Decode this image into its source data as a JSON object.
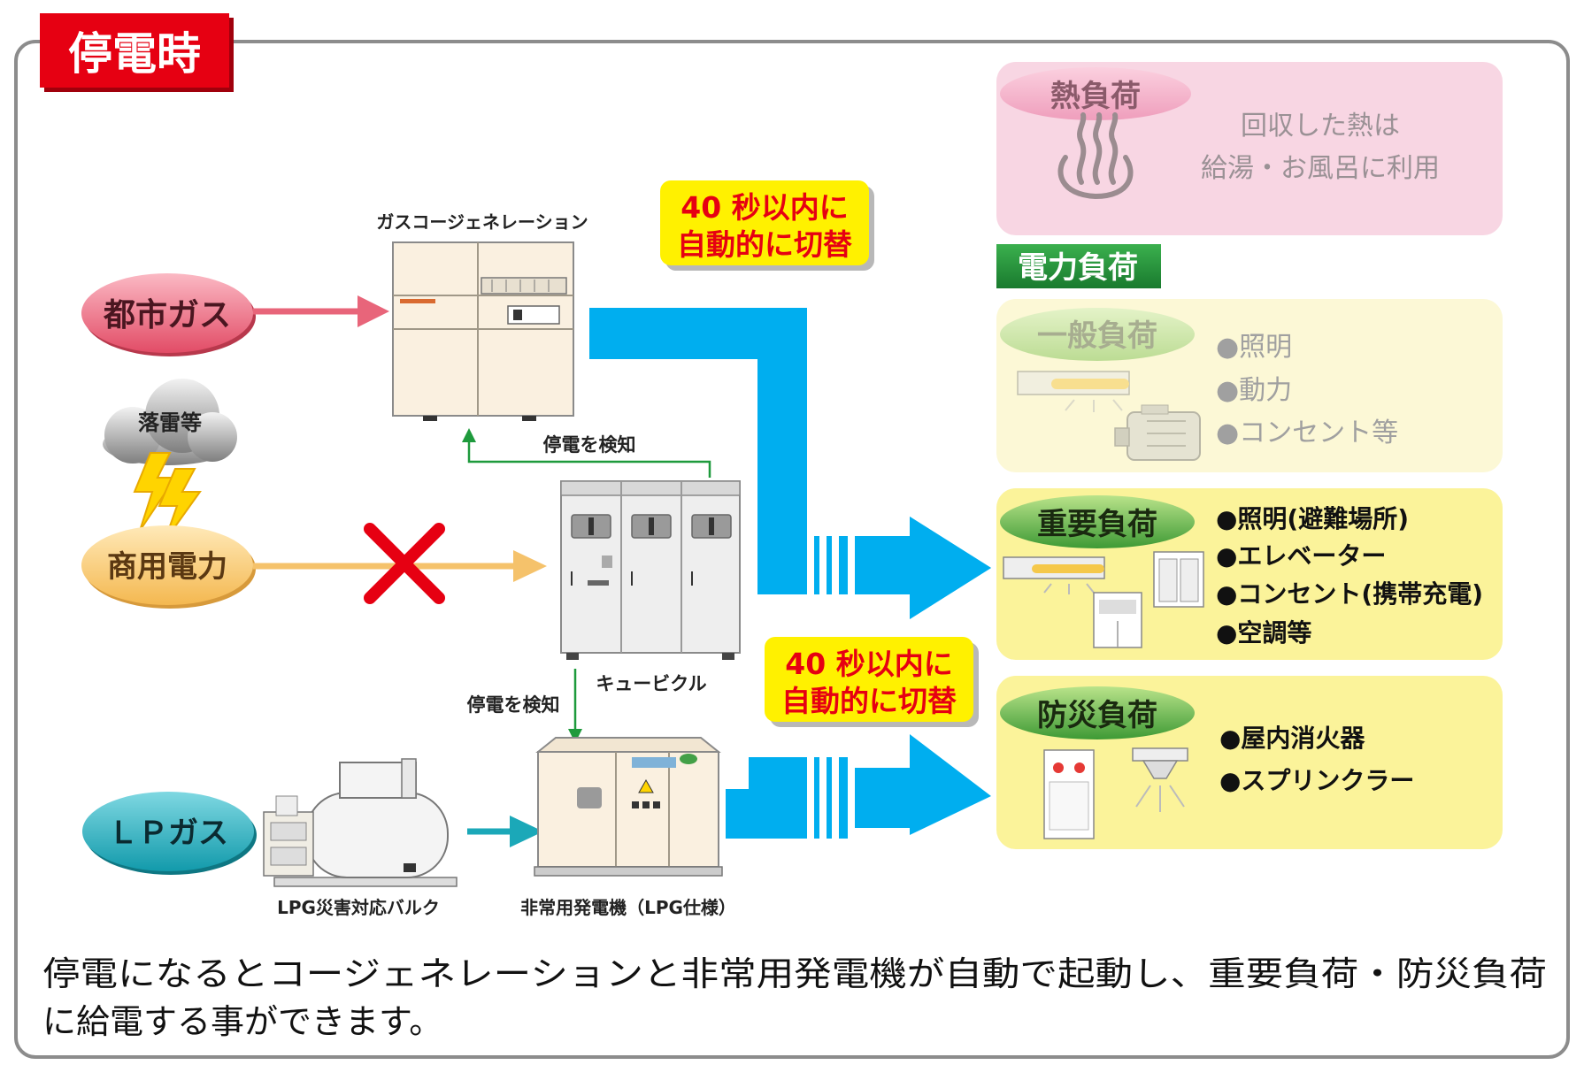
{
  "badge": "停電時",
  "sources": {
    "city_gas": "都市ガス",
    "lightning": "落雷等",
    "commercial": "商用電力",
    "lp_gas": "ＬＰガス"
  },
  "equipment": {
    "cogen": "ガスコージェネレーション",
    "cubicle": "キュービクル",
    "bulk": "LPG災害対応バルク",
    "generator": "非常用発電機（LPG仕様）"
  },
  "detect_label": "停電を検知",
  "switch_note": {
    "line1": "40 秒以内に",
    "line2": "自動的に切替"
  },
  "heat_load": {
    "title": "熱負荷",
    "line1": "回収した熱は",
    "line2": "給湯・お風呂に利用"
  },
  "power_load_header": "電力負荷",
  "general_load": {
    "title": "一般負荷",
    "items": [
      "●照明",
      "●動力",
      "●コンセント等"
    ]
  },
  "important_load": {
    "title": "重要負荷",
    "items": [
      "●照明(避難場所)",
      "●エレベーター",
      "●コンセント(携帯充電)",
      "●空調等"
    ]
  },
  "disaster_load": {
    "title": "防災負荷",
    "items": [
      "●屋内消火器",
      "●スプリンクラー"
    ]
  },
  "caption": {
    "line1": "停電になるとコージェネレーションと非常用発電機が自動で起動し、重要負荷・防災負荷",
    "line2": "に給電する事ができます。"
  },
  "colors": {
    "badge": "#e60012",
    "flow_blue": "#00aeef",
    "city_gas_pink": "#e8657a",
    "commercial_orange": "#f5c26b",
    "lp_teal": "#1ba8b8",
    "cross_red": "#e60012",
    "heat_bg": "#f7d4e1",
    "load_yellow": "#fbf39a",
    "green": "#2f9a43"
  }
}
